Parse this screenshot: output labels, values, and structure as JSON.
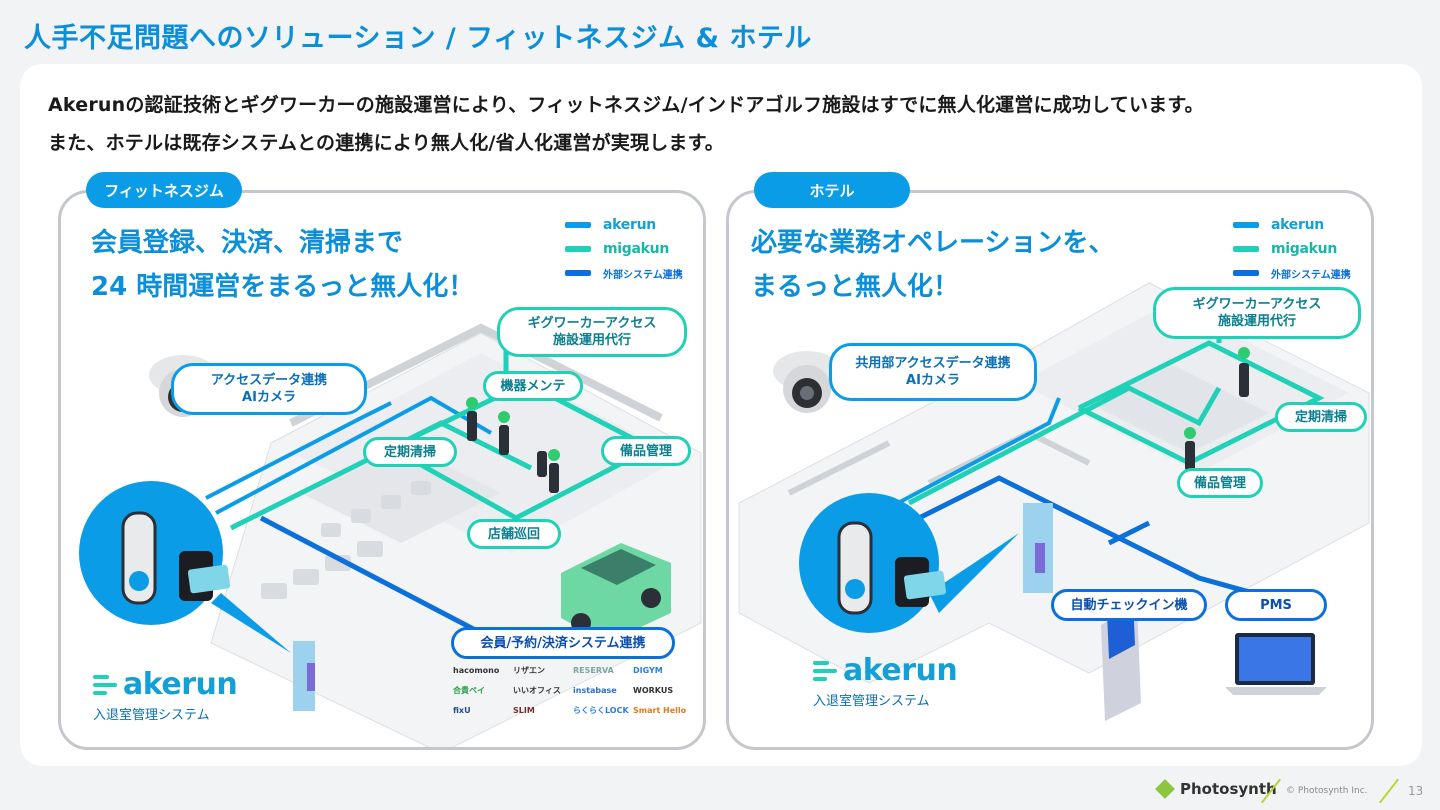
{
  "title": "人手不足問題へのソリューション / フィットネスジム & ホテル",
  "intro": {
    "line1": "Akerunの認証技術とギグワーカーの施設運営により、フィットネスジム/インドアゴルフ施設はすでに無人化運営に成功しています。",
    "line2": "また、ホテルは既存システムとの連携により無人化/省人化運営が実現します。"
  },
  "legend": {
    "akerun": "akerun",
    "akerun_sub": "入退室管理システム",
    "migakun": "migakun",
    "external": "外部システム連携"
  },
  "gym": {
    "tab": "フィットネスジム",
    "headline_1": "会員登録、決済、清掃まで",
    "headline_2": "24 時間運営をまるっと無人化！",
    "callouts": {
      "camera_1": "アクセスデータ連携",
      "camera_2": "AIカメラ",
      "gig_1": "ギグワーカーアクセス",
      "gig_2": "施設運用代行",
      "maintenance": "機器メンテ",
      "cleaning": "定期清掃",
      "equipment": "備品管理",
      "patrol": "店舗巡回",
      "member_system": "会員/予約/決済システム連携"
    },
    "brand": "akerun",
    "brand_sub": "入退室管理システム",
    "partners": [
      "hacomono",
      "リザエン",
      "RESERVA",
      "DIGYM",
      "合貴ペイ",
      "いいオフィス",
      "instabase",
      "WORKUS",
      "fixU",
      "SLIM",
      "らくらくLOCK",
      "Smart Hello"
    ]
  },
  "hotel": {
    "tab": "ホテル",
    "headline_1": "必要な業務オペレーションを、",
    "headline_2": "まるっと無人化！",
    "callouts": {
      "camera_1": "共用部アクセスデータ連携",
      "camera_2": "AIカメラ",
      "gig_1": "ギグワーカーアクセス",
      "gig_2": "施設運用代行",
      "cleaning": "定期清掃",
      "equipment": "備品管理",
      "checkin": "自動チェックイン機",
      "pms": "PMS"
    },
    "brand": "akerun",
    "brand_sub": "入退室管理システム"
  },
  "footer": {
    "company": "Photosynth",
    "copyright": "© Photosynth Inc.",
    "page": "13"
  },
  "colors": {
    "title": "#0b8fd8",
    "akerun_line": "#0b9ce8",
    "migakun_line": "#1fd1b6",
    "external_line": "#0b6fdc"
  }
}
